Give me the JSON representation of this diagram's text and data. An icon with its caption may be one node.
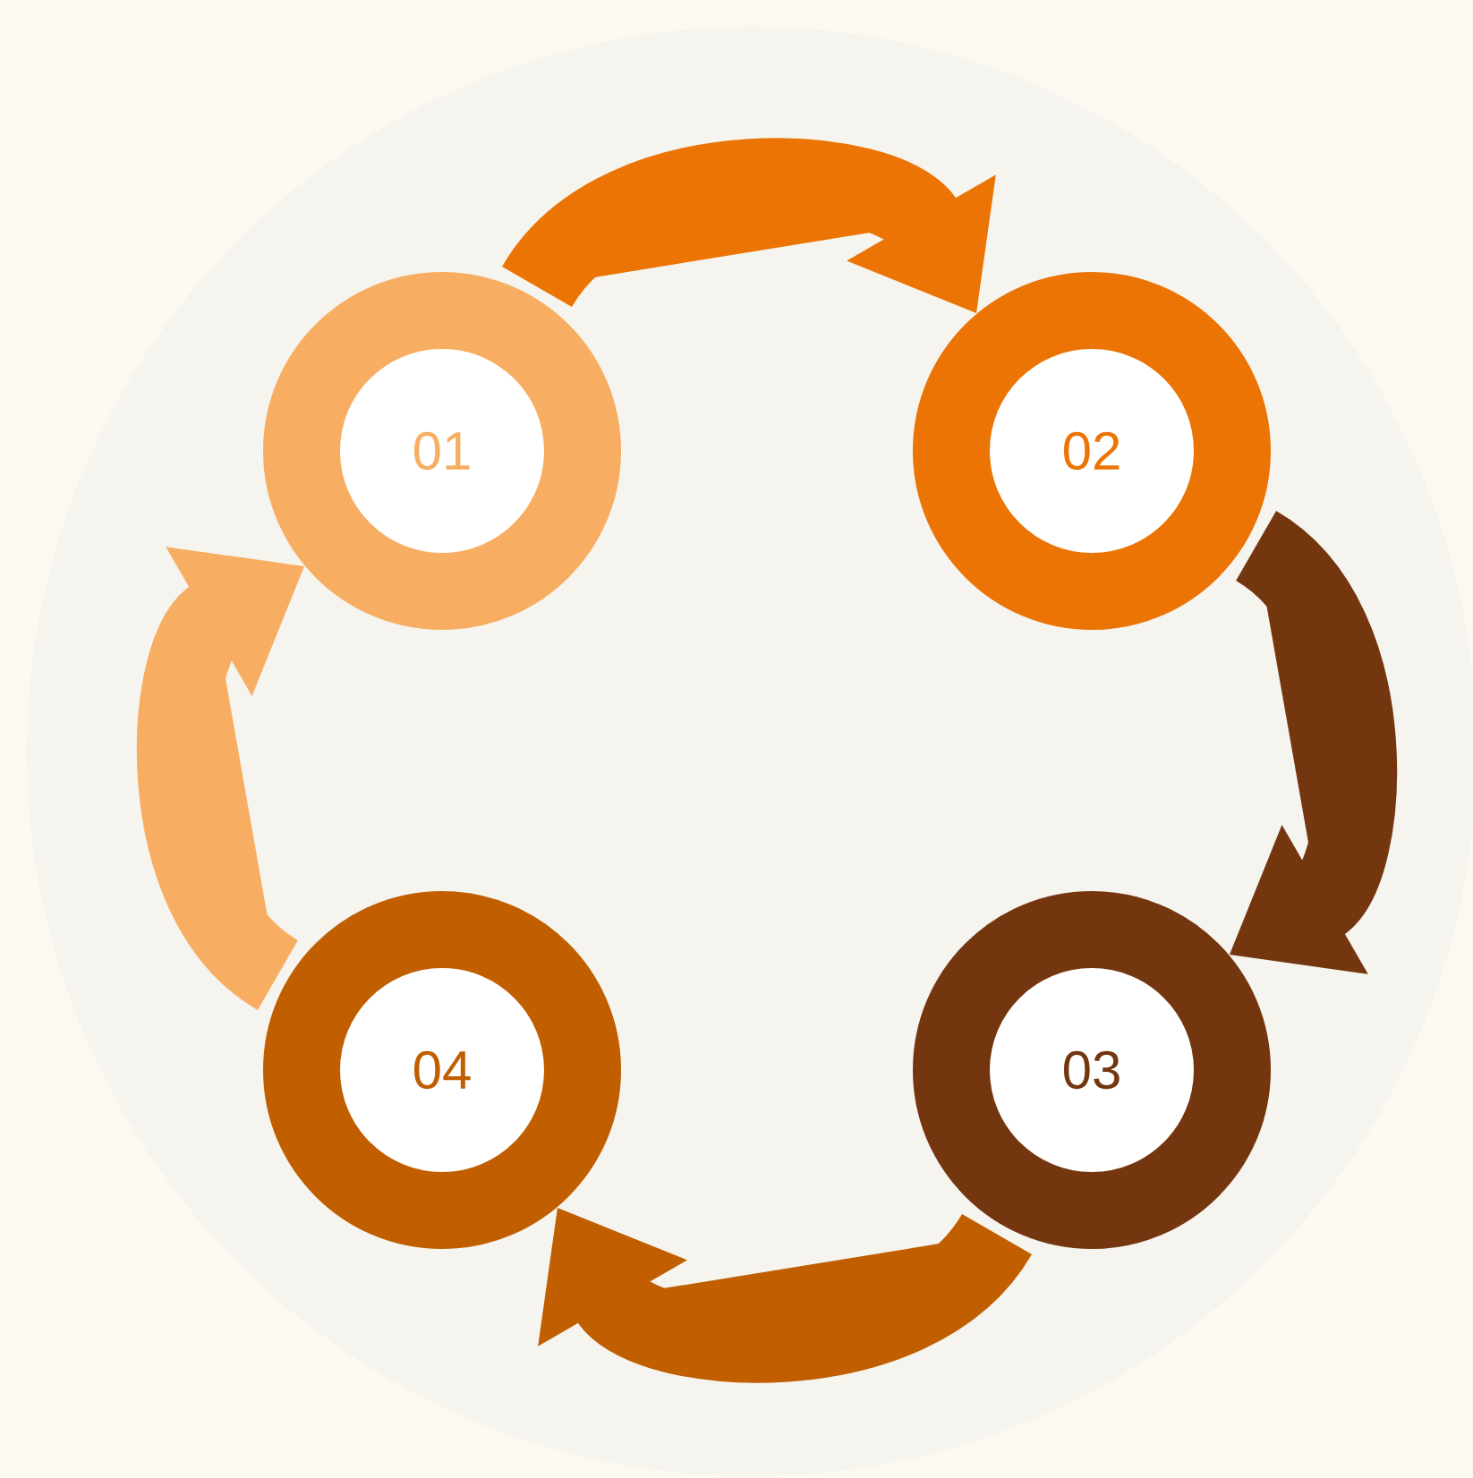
{
  "diagram": {
    "nodes": [
      {
        "text": [
          "01"
        ]
      },
      {
        "text": [
          "02"
        ]
      },
      {
        "text": [
          "03"
        ]
      },
      {
        "text": [
          "04"
        ]
      }
    ],
    "edges": [
      {
        "from": 0,
        "to": 1,
        "arrow": "to",
        "color": "#ec7405"
      },
      {
        "from": 1,
        "to": 2,
        "arrow": "to",
        "color": "#74360f"
      },
      {
        "from": 2,
        "to": 3,
        "arrow": "to",
        "color": "#c05e00"
      },
      {
        "from": 3,
        "to": 0,
        "arrow": "to",
        "color": "#f7ae62"
      }
    ]
  }
}
